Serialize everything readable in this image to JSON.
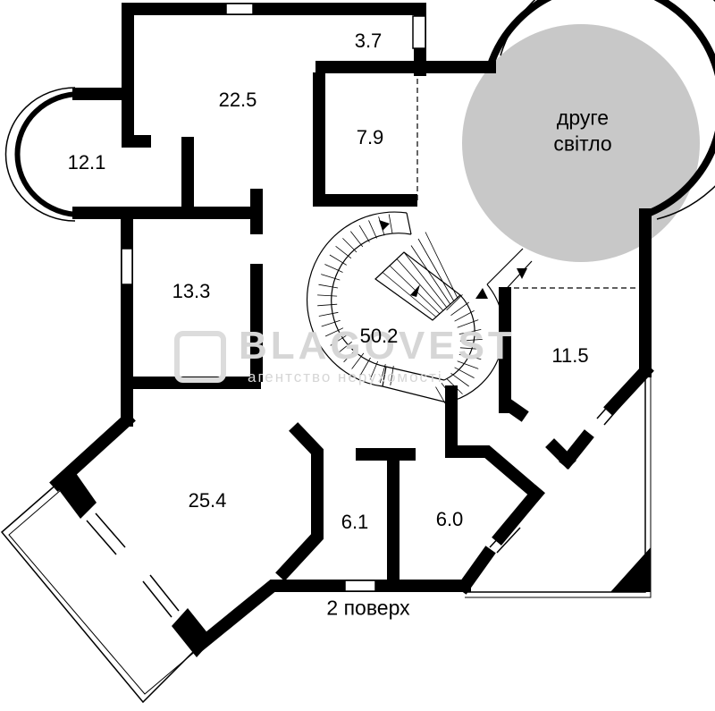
{
  "rooms": [
    {
      "id": "r37",
      "area": "3.7"
    },
    {
      "id": "r225",
      "area": "22.5"
    },
    {
      "id": "r79",
      "area": "7.9"
    },
    {
      "id": "r121",
      "area": "12.1"
    },
    {
      "id": "r133",
      "area": "13.3"
    },
    {
      "id": "r502",
      "area": "50.2"
    },
    {
      "id": "r115",
      "area": "11.5"
    },
    {
      "id": "r254",
      "area": "25.4"
    },
    {
      "id": "r61",
      "area": "6.1"
    },
    {
      "id": "r60",
      "area": "6.0"
    }
  ],
  "void_label_line1": "друге",
  "void_label_line2": "світло",
  "floor_caption": "2 поверх",
  "watermark": {
    "brand": "BLAGOVEST",
    "subtitle": "агентство нерухомості"
  },
  "colors": {
    "wall": "#000000",
    "void_fill": "#c8c8c8",
    "background": "#ffffff",
    "watermark": "#d6d6d6"
  }
}
